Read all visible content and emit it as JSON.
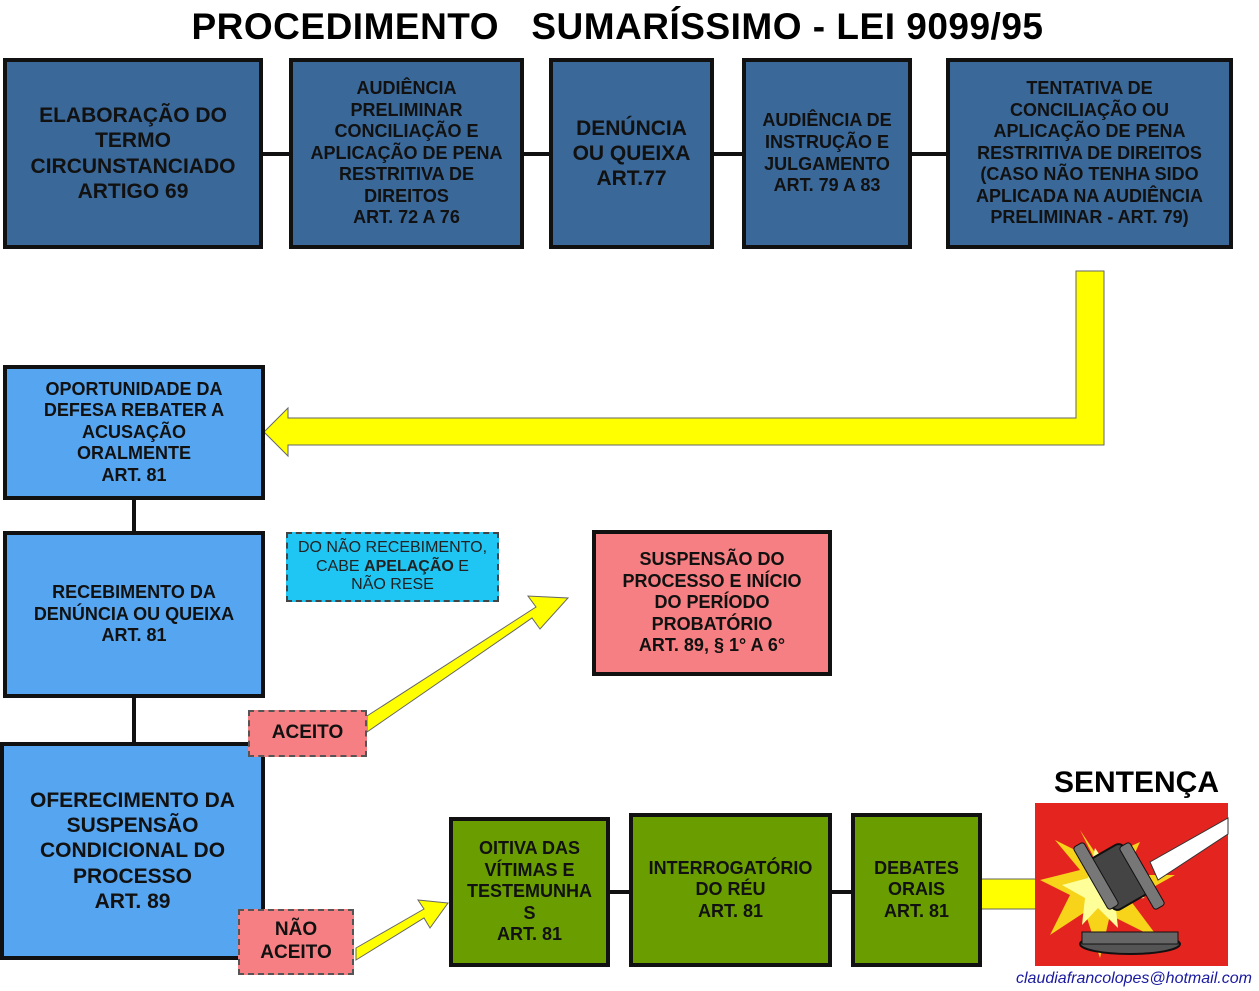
{
  "title": "PROCEDIMENTO   SUMARÍSSIMO - LEI 9099/95",
  "top_row": [
    {
      "id": "termo",
      "text": "ELABORAÇÃO DO\nTERMO\nCIRCUNSTANCIADO\nARTIGO 69"
    },
    {
      "id": "audiencia-preliminar",
      "text": "AUDIÊNCIA\nPRELIMINAR\nCONCILIAÇÃO E\nAPLICAÇÃO DE PENA\nRESTRITIVA DE\nDIREITOS\nART. 72 A 76"
    },
    {
      "id": "denuncia",
      "text": "DENÚNCIA\nOU QUEIXA\nART.77"
    },
    {
      "id": "audiencia-instrucao",
      "text": "AUDIÊNCIA DE\nINSTRUÇÃO E\nJULGAMENTO\nART. 79 A 83"
    },
    {
      "id": "tentativa",
      "text": "TENTATIVA DE\nCONCILIAÇÃO OU\nAPLICAÇÃO DE PENA\nRESTRITIVA DE DIREITOS\n(CASO NÃO TENHA SIDO\nAPLICADA NA AUDIÊNCIA\nPRELIMINAR - ART. 79)"
    }
  ],
  "left_column": {
    "oportunidade": "OPORTUNIDADE DA\nDEFESA REBATER A\nACUSAÇÃO\nORALMENTE\nART. 81",
    "recebimento": "RECEBIMENTO DA\nDENÚNCIA OU QUEIXA\nART. 81",
    "oferecimento": "OFERECIMENTO DA\nSUSPENSÃO\nCONDICIONAL DO\nPROCESSO\nART. 89"
  },
  "note": {
    "before": "DO NÃO RECEBIMENTO,\nCABE ",
    "bold": "APELAÇÃO",
    "after": " E\nNÃO RESE"
  },
  "suspensao": "SUSPENSÃO DO\nPROCESSO E INÍCIO\nDO PERÍODO\nPROBATÓRIO\nART. 89, § 1° A 6°",
  "tags": {
    "aceito": "ACEITO",
    "nao_aceito": "NÃO\nACEITO"
  },
  "bottom_row": {
    "oitiva": "OITIVA DAS\nVÍTIMAS E\nTESTEMUNHA\nS\nART. 81",
    "interrogatorio": "INTERROGATÓRIO\nDO RÉU\nART. 81",
    "debates": "DEBATES\nORAIS\nART. 81"
  },
  "sentenca": "SENTENÇA",
  "email": "claudiafrancolopes@hotmail.com",
  "colors": {
    "dark_box": "#3a6899",
    "light_box": "#56a5f0",
    "pink_box": "#f57f82",
    "green_box": "#699d00",
    "note": "#1fc6f4",
    "arrow": "#ffff00"
  },
  "icons": [
    "gavel-icon"
  ]
}
